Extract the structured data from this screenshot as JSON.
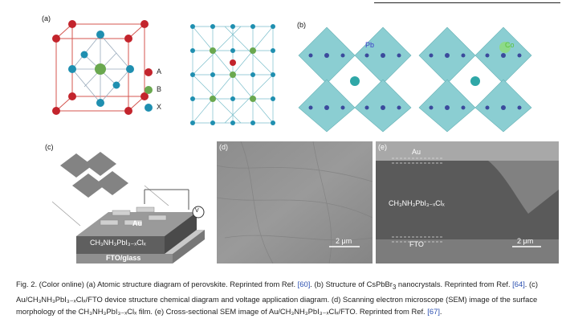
{
  "figure": {
    "panel_a": {
      "label": "(a)",
      "legend": [
        {
          "symbol": "A",
          "color": "#c3242c"
        },
        {
          "symbol": "B",
          "color": "#6aa84f"
        },
        {
          "symbol": "X",
          "color": "#1f8fb0"
        }
      ]
    },
    "panel_b": {
      "label": "(b)",
      "left_label": "Pb",
      "right_label": "Co"
    },
    "panel_c": {
      "label": "(c)",
      "layer_au": "Au",
      "layer_perovskite": "CH₃NH₃PbI₃₋ₓClₓ",
      "layer_fto": "FTO/glass",
      "meter_symbol": "V"
    },
    "panel_d": {
      "label": "(d)",
      "scale": "2 μm"
    },
    "panel_e": {
      "label": "(e)",
      "layer_au": "Au",
      "layer_perovskite": "CH₃NH₃PbI₃₋ₓClₓ",
      "layer_fto": "FTO",
      "scale": "2 μm"
    }
  },
  "caption": {
    "part1": "Fig. 2. (Color online) (a) Atomic structure diagram of perovskite. Reprinted from Ref. ",
    "ref1": "[60]",
    "part2": ". (b) Structure of CsPbBr",
    "sub1": "3",
    "part3": " nanocrystals. Reprinted from Ref. ",
    "ref2": "[64]",
    "part4": ". (c) Au/CH₃NH₃PbI₃₋ₓClₓ/FTO device structure chemical diagram and voltage application diagram. (d) Scanning electron microscope (SEM) image of the surface morphology of the CH₃NH₃PbI₃₋ₓClₓ film. (e) Cross-sectional SEM image of Au/CH₃NH₃PbI₃₋ₓClₓ/FTO. Reprinted from Ref. ",
    "ref3": "[67]",
    "part5": "."
  }
}
